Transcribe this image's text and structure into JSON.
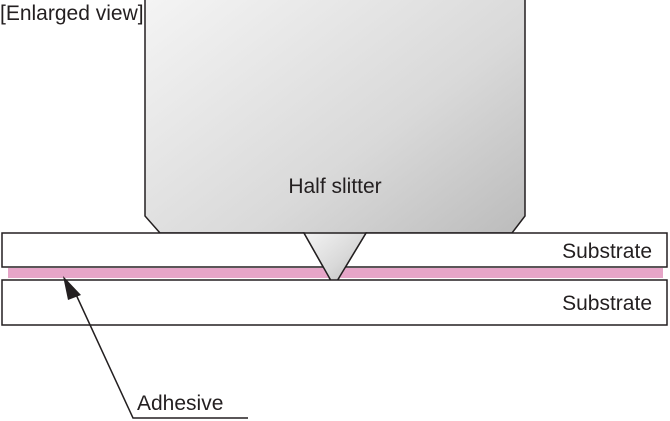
{
  "heading": "[Enlarged view]",
  "labels": {
    "blade": "Half slitter",
    "substrate_top": "Substrate",
    "substrate_bottom": "Substrate",
    "adhesive": "Adhesive"
  },
  "colors": {
    "outline": "#231f20",
    "adhesive_fill": "#e6a5c8",
    "blade_light": "#f4f4f4",
    "blade_mid": "#d9d9d9",
    "blade_dark": "#b4b4b4",
    "substrate_fill": "#ffffff"
  }
}
